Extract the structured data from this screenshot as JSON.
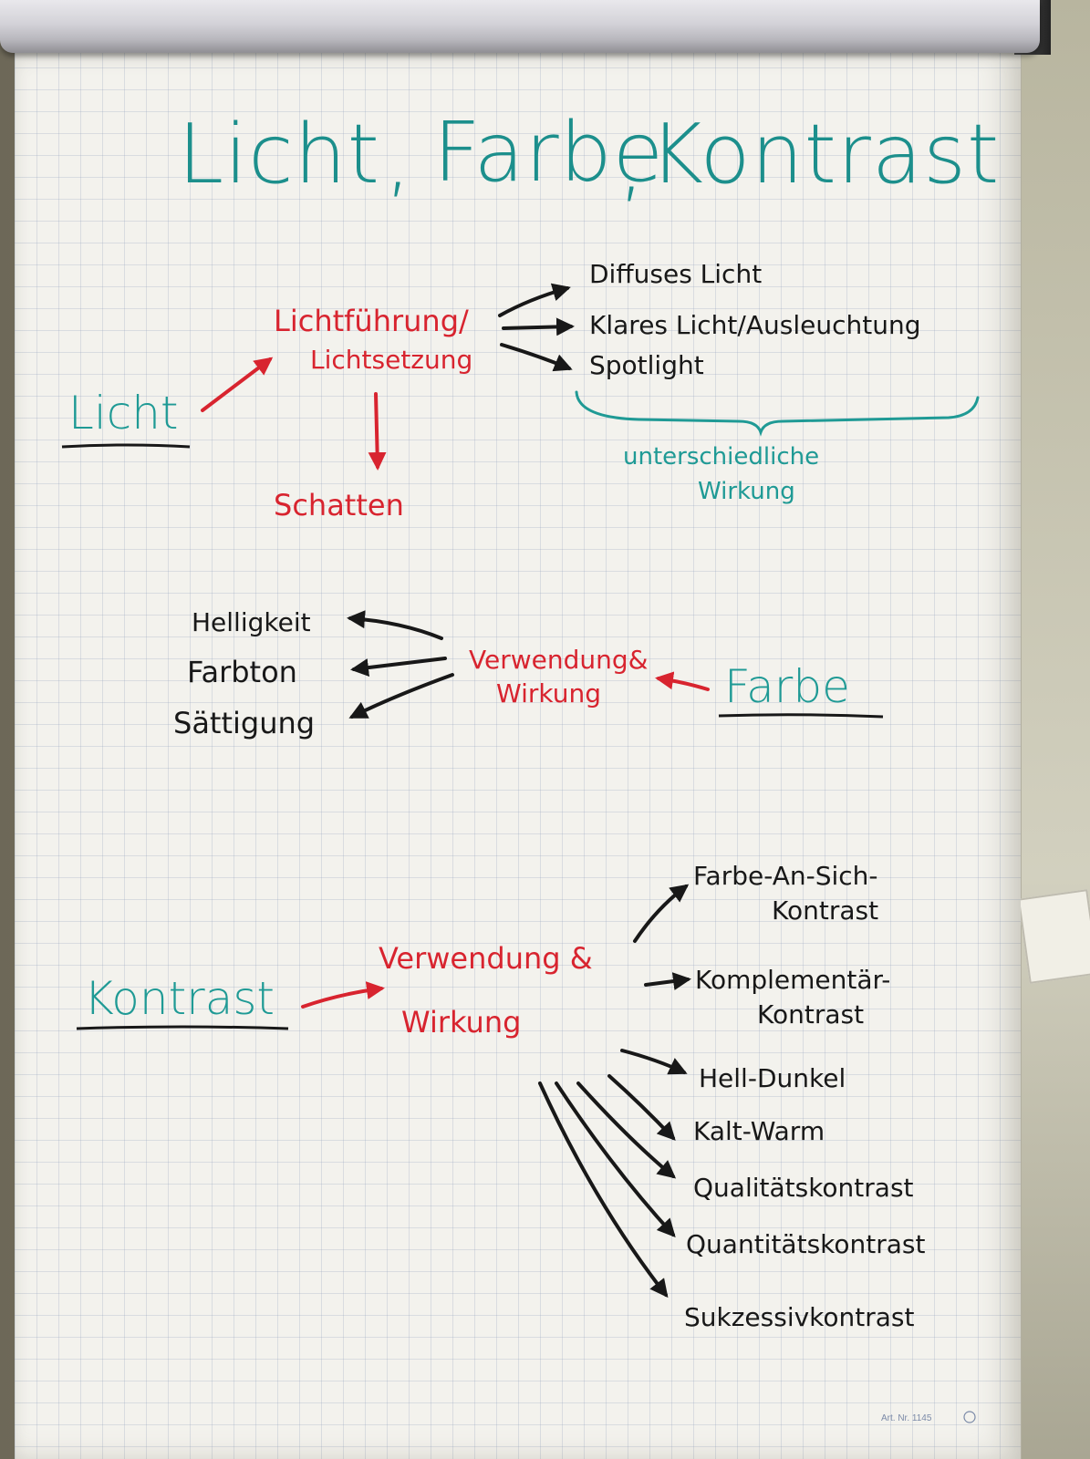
{
  "title": {
    "part1": "Licht",
    "part2": "Farbe",
    "part3": "Kontrast"
  },
  "licht": {
    "label": "Licht",
    "center_line1": "Lichtführung/",
    "center_line2": "Lichtsetzung",
    "shadow": "Schatten",
    "types": [
      "Diffuses Licht",
      "Klares Licht/Ausleuchtung",
      "Spotlight"
    ],
    "brace_line1": "unterschiedliche",
    "brace_line2": "Wirkung"
  },
  "farbe": {
    "label": "Farbe",
    "center_line1": "Verwendung&",
    "center_line2": "Wirkung",
    "properties": [
      "Helligkeit",
      "Farbton",
      "Sättigung"
    ]
  },
  "kontrast": {
    "label": "Kontrast",
    "center_line1": "Verwendung &",
    "center_line2": "Wirkung",
    "item1_line1": "Farbe-An-Sich-",
    "item1_line2": "Kontrast",
    "item2_line1": "Komplementär-",
    "item2_line2": "Kontrast",
    "items": [
      "Hell-Dunkel",
      "Kalt-Warm",
      "Qualitätskontrast",
      "Quantitätskontrast",
      "Sukzessivkontrast"
    ]
  },
  "footer": {
    "article_no": "Art. Nr. 1145"
  },
  "colors": {
    "teal": "#1f9a95",
    "red": "#d8242f",
    "black": "#181818",
    "paper": "#f3f2ed"
  }
}
